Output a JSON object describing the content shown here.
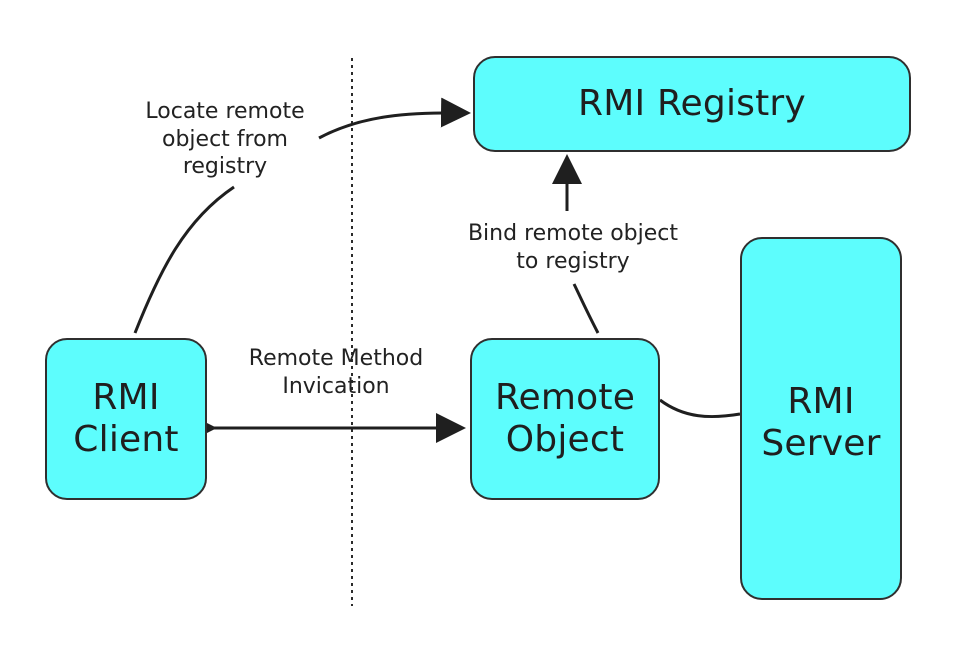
{
  "diagram": {
    "boxes": {
      "registry": {
        "title": "RMI Registry"
      },
      "client": {
        "lines": [
          "RMI",
          "Client"
        ]
      },
      "remote_object": {
        "lines": [
          "Remote",
          "Object"
        ]
      },
      "server": {
        "lines": [
          "RMI",
          "Server"
        ]
      }
    },
    "labels": {
      "locate": [
        "Locate remote",
        "object from",
        "registry"
      ],
      "bind": [
        "Bind remote object",
        "to registry"
      ],
      "invocation": [
        "Remote Method",
        "Invication"
      ]
    },
    "colors": {
      "box_fill": "#5dfdfd",
      "box_border": "#2f2f2f",
      "connector": "#1f1f1f",
      "text": "#222222"
    }
  }
}
